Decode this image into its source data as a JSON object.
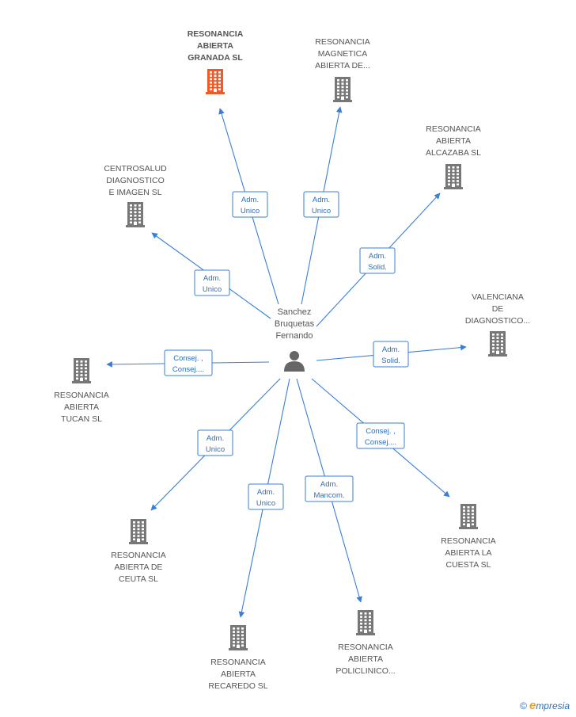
{
  "center": {
    "name_lines": [
      "Sanchez",
      "Bruquetas",
      "Fernando"
    ],
    "icon": "person-icon"
  },
  "colors": {
    "edge": "#3a7fd5",
    "building": "#777777",
    "building_highlight": "#f05a28",
    "label_border": "#3a7fd5"
  },
  "companies": [
    {
      "id": "granada",
      "lines": [
        "RESONANCIA",
        "ABIERTA",
        "GRANADA SL"
      ],
      "highlight": true,
      "relation": [
        "Adm.",
        "Unico"
      ]
    },
    {
      "id": "magnetica",
      "lines": [
        "RESONANCIA",
        "MAGNETICA",
        "ABIERTA DE..."
      ],
      "highlight": false,
      "relation": [
        "Adm.",
        "Unico"
      ]
    },
    {
      "id": "alcazaba",
      "lines": [
        "RESONANCIA",
        "ABIERTA",
        "ALCAZABA SL"
      ],
      "highlight": false,
      "relation": [
        "Adm.",
        "Solid."
      ]
    },
    {
      "id": "centrosalud",
      "lines": [
        "CENTROSALUD",
        "DIAGNOSTICO",
        "E IMAGEN SL"
      ],
      "highlight": false,
      "relation": [
        "Adm.",
        "Unico"
      ]
    },
    {
      "id": "valenciana",
      "lines": [
        "VALENCIANA",
        "DE",
        "DIAGNOSTICO..."
      ],
      "highlight": false,
      "relation": [
        "Adm.",
        "Solid."
      ]
    },
    {
      "id": "tucan",
      "lines": [
        "RESONANCIA",
        "ABIERTA",
        "TUCAN SL"
      ],
      "highlight": false,
      "relation": [
        "Consej. ,",
        "Consej...."
      ]
    },
    {
      "id": "ceuta",
      "lines": [
        "RESONANCIA",
        "ABIERTA DE",
        "CEUTA SL"
      ],
      "highlight": false,
      "relation": [
        "Adm.",
        "Unico"
      ]
    },
    {
      "id": "recaredo",
      "lines": [
        "RESONANCIA",
        "ABIERTA",
        "RECAREDO SL"
      ],
      "highlight": false,
      "relation": [
        "Adm.",
        "Unico"
      ]
    },
    {
      "id": "policlinico",
      "lines": [
        "RESONANCIA",
        "ABIERTA",
        "POLICLINICO..."
      ],
      "highlight": false,
      "relation": [
        "Adm.",
        "Mancom."
      ]
    },
    {
      "id": "cuesta",
      "lines": [
        "RESONANCIA",
        "ABIERTA LA",
        "CUESTA SL"
      ],
      "highlight": false,
      "relation": [
        "Consej. ,",
        "Consej...."
      ]
    }
  ],
  "brand": {
    "copyright": "©",
    "e": "e",
    "rest": "mpresia"
  }
}
